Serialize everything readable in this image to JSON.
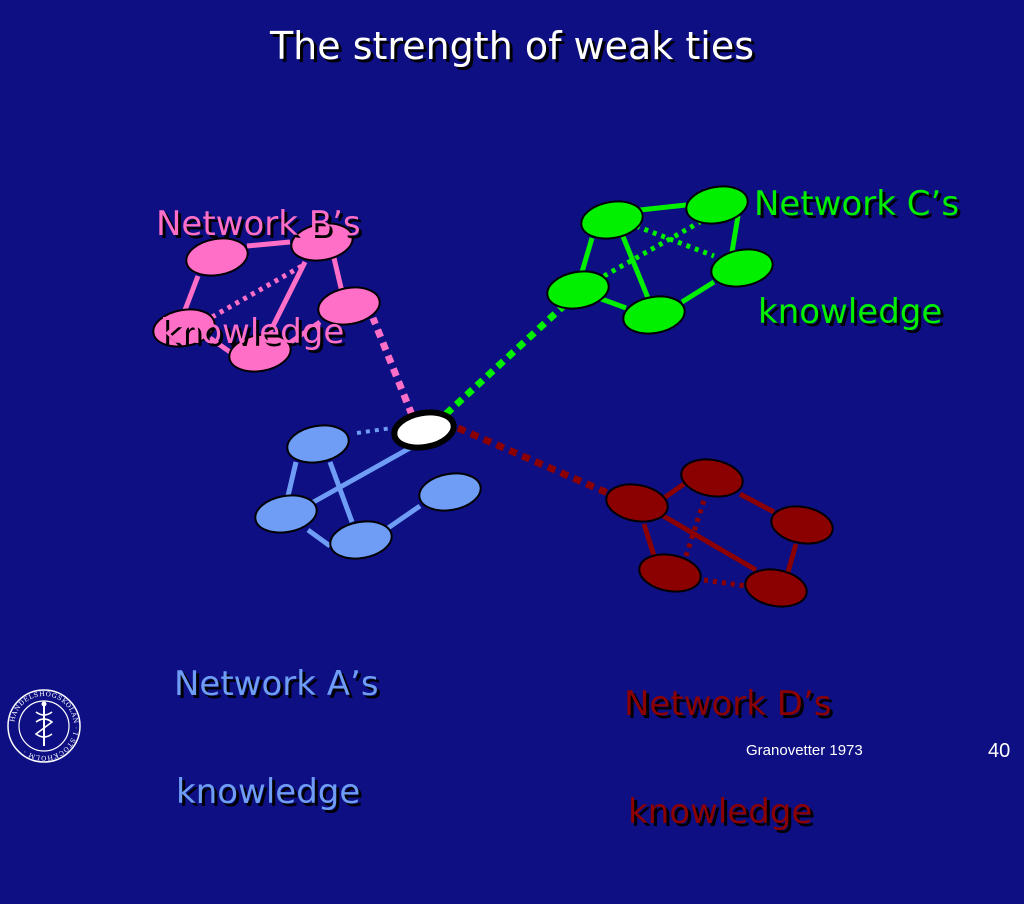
{
  "slide": {
    "title": "The strength of weak ties",
    "citation": "Granovetter 1973",
    "page_number": "40",
    "background_color": "#0d0f82"
  },
  "networks": {
    "A": {
      "label_line1": "Network A’s",
      "label_line2": "knowledge",
      "color": "#6f9cf5"
    },
    "B": {
      "label_line1": "Network B’s",
      "label_line2": "knowledge",
      "color": "#ff6ec7"
    },
    "C": {
      "label_line1": "Network C’s",
      "label_line2": "knowledge",
      "color": "#00f000"
    },
    "D": {
      "label_line1": "Network D’s",
      "label_line2": "knowledge",
      "color": "#8b0000"
    }
  },
  "bridge_node_color": "#ffffff",
  "logo": {
    "type": "seal",
    "text": "HANDELSHÖGSKOLAN I STOCKHOLM"
  }
}
